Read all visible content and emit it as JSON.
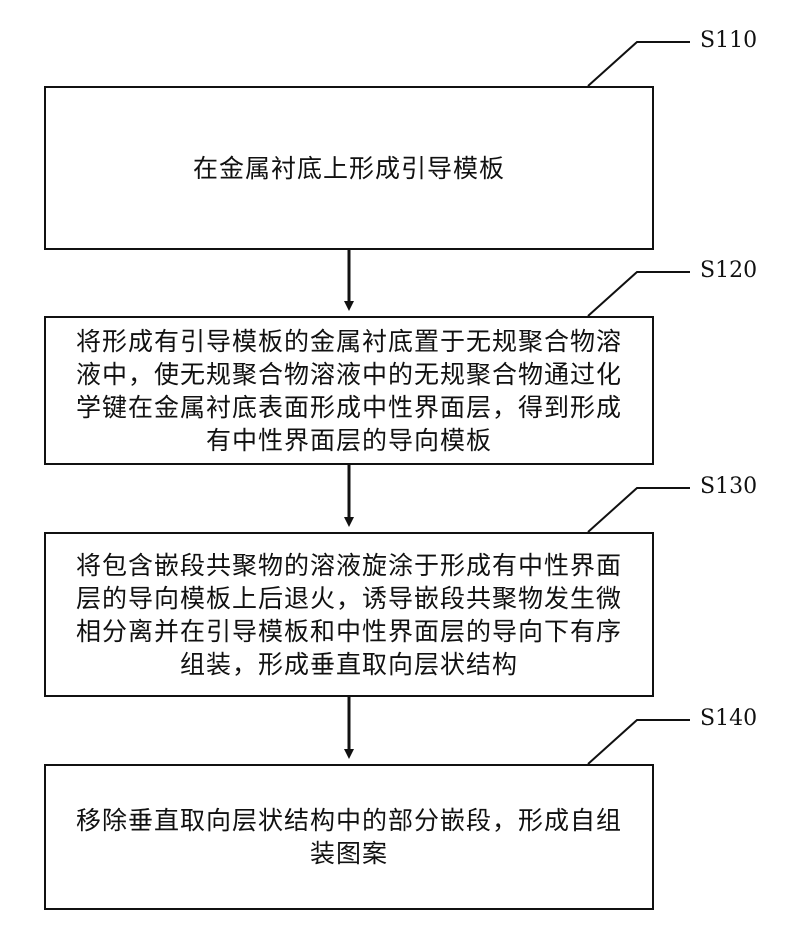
{
  "steps": [
    {
      "id": "S110",
      "text": "在金属衬底上形成引导模板"
    },
    {
      "id": "S120",
      "text": "将形成有引导模板的金属衬底置于无规聚合物溶液中，使无规聚合物溶液中的无规聚合物通过化学键在金属衬底表面形成中性界面层，得到形成有中性界面层的导向模板"
    },
    {
      "id": "S130",
      "text": "将包含嵌段共聚物的溶液旋涂于形成有中性界面层的导向模板上后退火，诱导嵌段共聚物发生微相分离并在引导模板和中性界面层的导向下有序组装，形成垂直取向层状结构"
    },
    {
      "id": "S140",
      "text": "移除垂直取向层状结构中的部分嵌段，形成自组装图案"
    }
  ]
}
